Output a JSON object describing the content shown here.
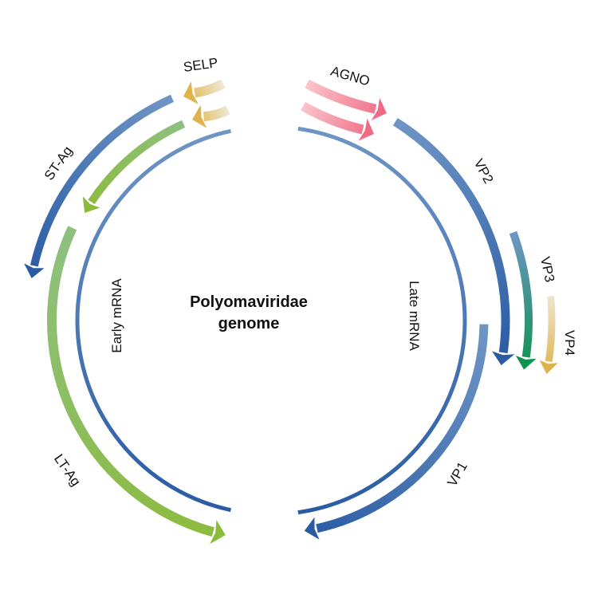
{
  "title": {
    "line1": "Polyomaviridae",
    "line2": "genome"
  },
  "labels": {
    "early": "Early mRNA",
    "late": "Late mRNA",
    "selp": "SELP",
    "agno": "AGNO",
    "st_ag": "ST-Ag",
    "lt_ag": "LT-Ag",
    "vp1": "VP1",
    "vp2": "VP2",
    "vp3": "VP3",
    "vp4": "VP4"
  },
  "colors": {
    "blue": "#2a5ca4",
    "blue_light": "#6f95c5",
    "green": "#8cbb3c",
    "green_light": "#8dc07f",
    "teal_green": "#0e9450",
    "gold": "#e0b24a",
    "pink": "#ef6b85",
    "pink_light": "#fbc4cc"
  }
}
